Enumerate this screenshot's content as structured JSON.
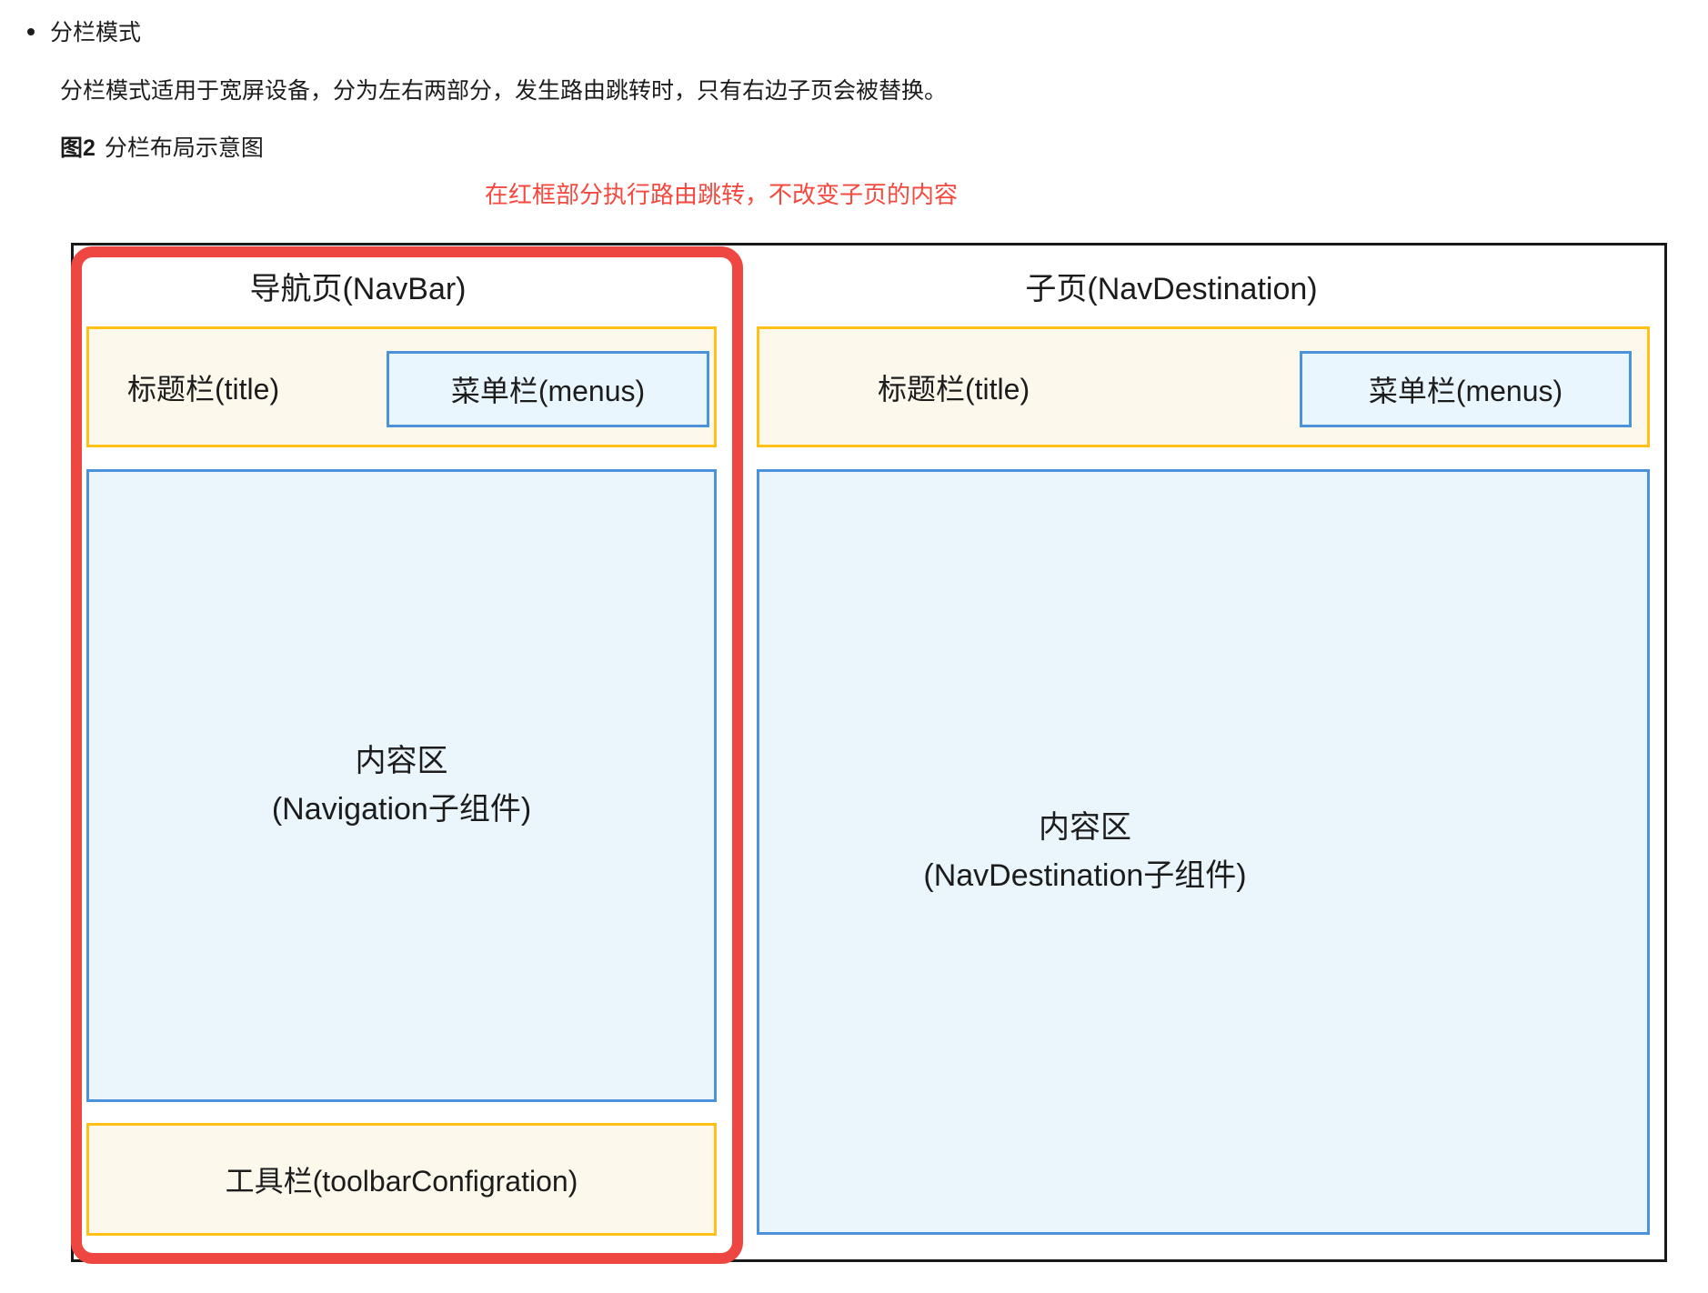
{
  "page": {
    "bullet_item": "分栏模式",
    "paragraph": "分栏模式适用于宽屏设备，分为左右两部分，发生路由跳转时，只有右边子页会被替换。",
    "figure_label": "图2",
    "figure_caption": "分栏布局示意图",
    "annotation": "在红框部分执行路由跳转，不改变子页的内容"
  },
  "diagram": {
    "navbar": {
      "title": "导航页(NavBar)",
      "title_bar": {
        "label": "标题栏(title)",
        "menus": "菜单栏(menus)"
      },
      "content": {
        "line1": "内容区",
        "line2": "(Navigation子组件)"
      },
      "toolbar": "工具栏(toolbarConfigration)"
    },
    "navdestination": {
      "title": "子页(NavDestination)",
      "title_bar": {
        "label": "标题栏(title)",
        "menus": "菜单栏(menus)"
      },
      "content": {
        "line1": "内容区",
        "line2": "(NavDestination子组件)"
      }
    },
    "colors": {
      "red_frame": "#ee4741",
      "annotation_text": "#f5493f",
      "yellow_border": "#ffc018",
      "cream_background": "#fdf8ec",
      "blue_border": "#4b92db",
      "light_blue_background": "#eaf6fc",
      "outer_border": "#191919"
    }
  }
}
